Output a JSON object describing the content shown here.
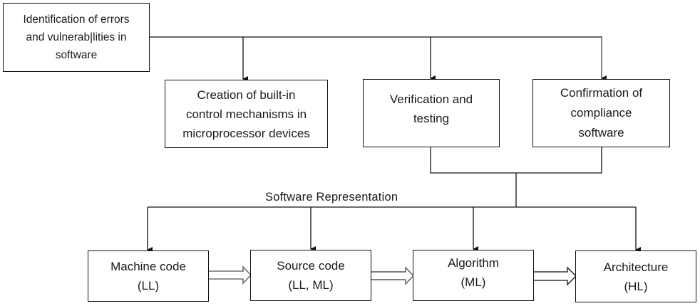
{
  "diagram": {
    "top_node": {
      "id": "identification",
      "label": "Identification of errors\nand vulnerab|lities in\nsoftware"
    },
    "middle_nodes": [
      {
        "id": "creation",
        "label": "Creation of built-in\ncontrol mechanisms in\nmicroprocessor devices"
      },
      {
        "id": "verification",
        "label": "Verification and\ntesting"
      },
      {
        "id": "confirmation",
        "label": "Confirmation of\ncompliance\nsoftware"
      }
    ],
    "group_label": "Software Representation",
    "bottom_nodes": [
      {
        "id": "machine-code",
        "label": "Machine code\n(LL)"
      },
      {
        "id": "source-code",
        "label": "Source code\n(LL, ML)"
      },
      {
        "id": "algorithm",
        "label": "Algorithm\n(ML)"
      },
      {
        "id": "architecture",
        "label": "Architecture\n(HL)"
      }
    ],
    "edges": [
      {
        "from": "identification",
        "to": "creation",
        "type": "arrow"
      },
      {
        "from": "identification",
        "to": "verification",
        "type": "arrow"
      },
      {
        "from": "identification",
        "to": "confirmation",
        "type": "arrow"
      },
      {
        "from": "verification",
        "to": "software-representation",
        "type": "join"
      },
      {
        "from": "confirmation",
        "to": "software-representation",
        "type": "join"
      },
      {
        "from": "software-representation",
        "to": "machine-code",
        "type": "arrow"
      },
      {
        "from": "software-representation",
        "to": "source-code",
        "type": "arrow"
      },
      {
        "from": "software-representation",
        "to": "algorithm",
        "type": "arrow"
      },
      {
        "from": "software-representation",
        "to": "architecture",
        "type": "arrow"
      },
      {
        "from": "machine-code",
        "to": "source-code",
        "type": "block-arrow"
      },
      {
        "from": "source-code",
        "to": "algorithm",
        "type": "block-arrow"
      },
      {
        "from": "algorithm",
        "to": "architecture",
        "type": "block-arrow"
      }
    ],
    "colors": {
      "line": "#111111",
      "block_arrow_gray": "#707070",
      "background": "#ffffff"
    }
  }
}
